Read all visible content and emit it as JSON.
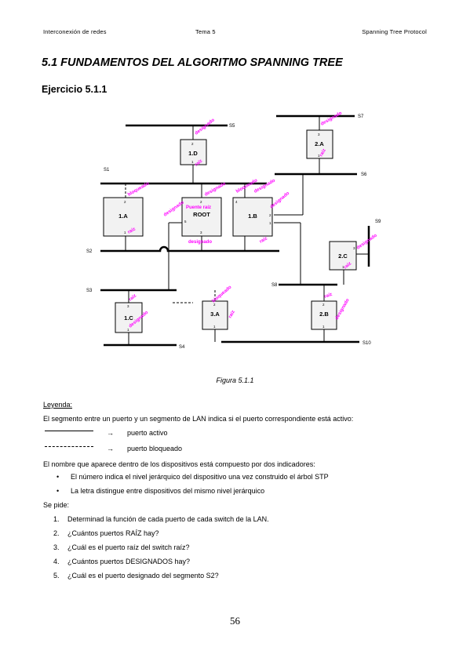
{
  "header": {
    "left": "Interconexión de redes",
    "center": "Tema 5",
    "right": "Spanning Tree Protocol"
  },
  "section_title": "5.1  FUNDAMENTOS DEL ALGORITMO SPANNING TREE",
  "exercise_title": "Ejercicio 5.1.1",
  "figure": {
    "caption": "Figura 5.1.1",
    "segments": {
      "s1": "S1",
      "s2": "S2",
      "s3": "S3",
      "s4": "S4",
      "s5": "S5",
      "s6": "S6",
      "s7": "S7",
      "s8": "S8",
      "s9": "S9",
      "s10": "S10"
    },
    "switches": {
      "1d": "1.D",
      "2a": "2.A",
      "1a": "1.A",
      "root": "ROOT",
      "1b": "1.B",
      "2c": "2.C",
      "1c": "1.C",
      "3a": "3.A",
      "2b": "2.B"
    },
    "port_numbers": [
      "1",
      "2",
      "3",
      "4",
      "5"
    ],
    "port_labels": {
      "designado": "designado",
      "raiz": "raíz",
      "bloqueado": "bloqueado",
      "puente_raiz": "Puente raíz"
    }
  },
  "legend": {
    "title": "Leyenda:",
    "description": "El segmento entre un puerto y un segmento de LAN indica si el puerto correspondiente está activo:",
    "arrow": "→",
    "active": "puerto activo",
    "blocked": "puerto bloqueado"
  },
  "names_description": "El nombre que aparece dentro de los dispositivos está compuesto por dos indicadores:",
  "bullets": [
    "El número indica el nivel jerárquico del dispositivo una vez construido el árbol STP",
    "La letra distingue entre dispositivos del mismo nivel jerárquico"
  ],
  "ask": "Se pide:",
  "questions": [
    {
      "n": "1.",
      "text": "Determinad la función de cada puerto de cada switch de la LAN."
    },
    {
      "n": "2.",
      "text": "¿Cuántos puertos RAÍZ hay?"
    },
    {
      "n": "3.",
      "text": "¿Cuál es el puerto raíz del switch raíz?"
    },
    {
      "n": "4.",
      "text": "¿Cuántos puertos DESIGNADOS hay?"
    },
    {
      "n": "5.",
      "text": "¿Cuál es el puerto designado del segmento S2?"
    }
  ],
  "page_number": "56",
  "colors": {
    "port_label": "#ff00ff",
    "switch_fill": "#f2f2f2"
  }
}
